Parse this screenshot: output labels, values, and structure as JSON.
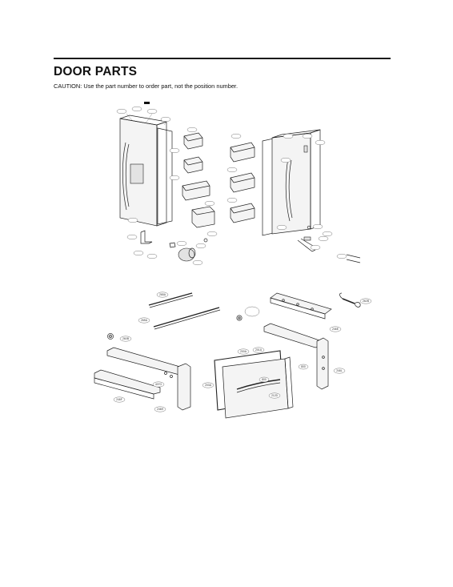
{
  "section": {
    "title": "DOOR PARTS",
    "caution": "CAUTION: Use the part number to order part, not the position number."
  },
  "callouts": {
    "c230a": "",
    "c230b": "",
    "c220c": "",
    "c231b": "",
    "c230c": "",
    "c241a": "",
    "c241b": "",
    "c241c": "",
    "c241d": "",
    "c241e": "",
    "c241f": "",
    "c241g": "",
    "c211": "",
    "c212": "",
    "c213": "",
    "c214": "",
    "c250": "",
    "c251": "",
    "c252": "",
    "c253": "",
    "c254": "",
    "c255": "",
    "c233": "",
    "c234": "",
    "c235": "",
    "c238": "",
    "c236": "",
    "c237": "",
    "c239": "",
    "c265a": "265A",
    "c265b": "265A",
    "c262b": "262B",
    "c260b": "260B",
    "c246e": "246E",
    "c200a": "200A",
    "c201a": "201A",
    "c800a": "800",
    "c800b": "800",
    "c203a": "203A",
    "c212d": "212D",
    "c246l": "246L",
    "c407g": "407G",
    "c246f": "246F",
    "c246h": "246H"
  }
}
